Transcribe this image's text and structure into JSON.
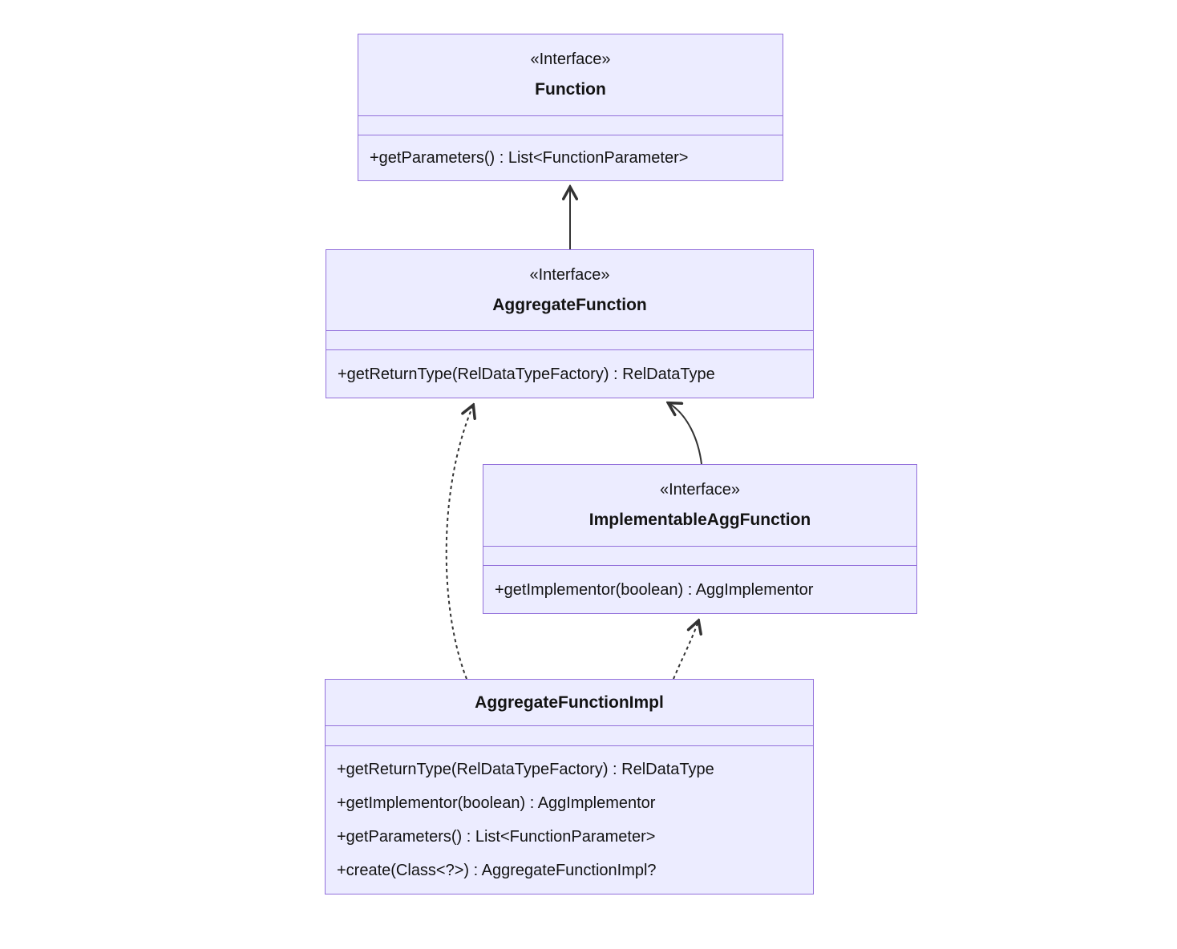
{
  "diagram": {
    "type": "class-diagram",
    "classes": [
      {
        "stereotype": "«Interface»",
        "name": "Function",
        "attributes": [],
        "methods": [
          "+getParameters() : List<FunctionParameter>"
        ]
      },
      {
        "stereotype": "«Interface»",
        "name": "AggregateFunction",
        "attributes": [],
        "methods": [
          "+getReturnType(RelDataTypeFactory) : RelDataType"
        ]
      },
      {
        "stereotype": "«Interface»",
        "name": "ImplementableAggFunction",
        "attributes": [],
        "methods": [
          "+getImplementor(boolean) : AggImplementor"
        ]
      },
      {
        "stereotype": "",
        "name": "AggregateFunctionImpl",
        "attributes": [],
        "methods": [
          "+getReturnType(RelDataTypeFactory) : RelDataType",
          "+getImplementor(boolean) : AggImplementor",
          "+getParameters() : List<FunctionParameter>",
          "+create(Class<?>) : AggregateFunctionImpl?"
        ]
      }
    ],
    "relations": [
      {
        "from": "AggregateFunction",
        "to": "Function",
        "line": "solid",
        "arrowhead": "open-vee"
      },
      {
        "from": "ImplementableAggFunction",
        "to": "AggregateFunction",
        "line": "solid",
        "arrowhead": "open-vee"
      },
      {
        "from": "AggregateFunctionImpl",
        "to": "AggregateFunction",
        "line": "dashed",
        "arrowhead": "open-vee"
      },
      {
        "from": "AggregateFunctionImpl",
        "to": "ImplementableAggFunction",
        "line": "dashed",
        "arrowhead": "open-vee"
      }
    ],
    "colors": {
      "box_fill": "#ECECFF",
      "box_border": "#9370DB",
      "edge": "#333333",
      "text": "#131313",
      "background": "#ffffff"
    }
  }
}
